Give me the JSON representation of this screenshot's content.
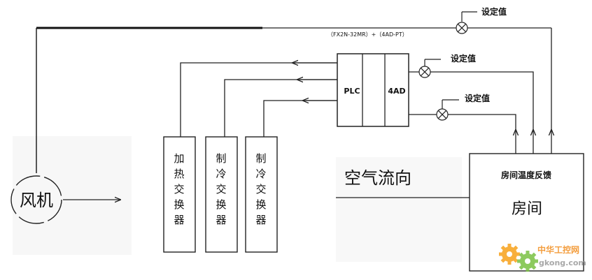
{
  "diagram": {
    "controller_model": "（FX2N-32MR）+（4AD-PT）",
    "plc_label": "PLC",
    "ad_label": "4AD",
    "fan_label": "风机",
    "setpoint_labels": [
      "设定值",
      "设定值",
      "设定值"
    ],
    "exchangers": [
      "加热交换器",
      "制冷交换器",
      "制冷交换器"
    ],
    "airflow_label": "空气流向",
    "feedback_label": "房间温度反馈",
    "room_label": "房间"
  },
  "watermark": {
    "name": "中华工控网",
    "site": "gkong.com",
    "accent": "#f28c1c",
    "gear_colors": [
      "#f7a21b",
      "#7ac143"
    ]
  },
  "colors": {
    "line": "#222222",
    "background": "#ffffff"
  }
}
